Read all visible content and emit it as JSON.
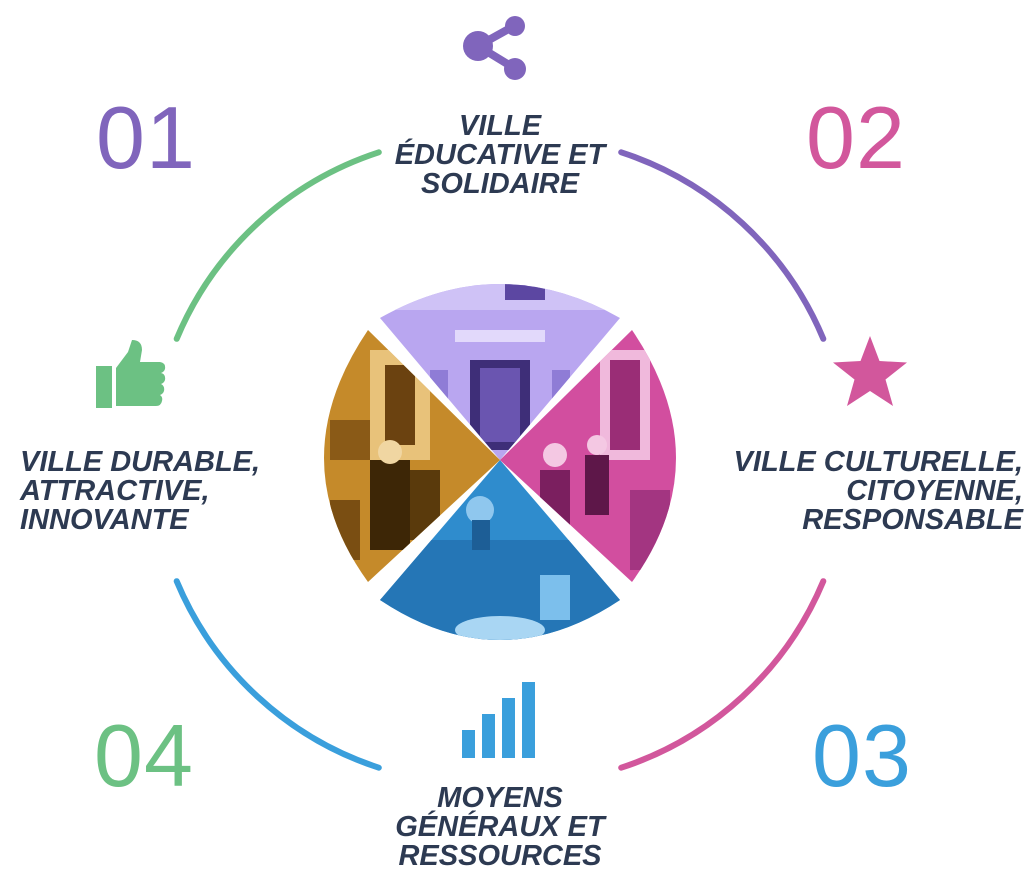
{
  "colors": {
    "purple": "#8065bc",
    "pink": "#d2579c",
    "blue": "#3a9fdc",
    "green": "#6cc183",
    "text": "#2d3a52"
  },
  "steps": [
    {
      "number": "01",
      "color": "#8065bc",
      "icon": "share-icon",
      "label": [
        "VILLE",
        "ÉDUCATIVE ET",
        "SOLIDAIRE"
      ]
    },
    {
      "number": "02",
      "color": "#d2579c",
      "icon": "star-icon",
      "label": [
        "VILLE CULTURELLE,",
        "CITOYENNE,",
        "RESPONSABLE"
      ]
    },
    {
      "number": "03",
      "color": "#3a9fdc",
      "icon": "bar-chart-icon",
      "label": [
        "MOYENS",
        "GÉNÉRAUX ET",
        "RESSOURCES"
      ]
    },
    {
      "number": "04",
      "color": "#6cc183",
      "icon": "thumbs-up-icon",
      "label": [
        "VILLE DURABLE,",
        "ATTRACTIVE,",
        "INNOVANTE"
      ]
    }
  ],
  "center_image": {
    "quadrants": [
      {
        "position": "top",
        "tint": "#9d86e0"
      },
      {
        "position": "right",
        "tint": "#d4509f"
      },
      {
        "position": "bottom",
        "tint": "#2f8ccd"
      },
      {
        "position": "left",
        "tint": "#c58a2a"
      }
    ]
  }
}
